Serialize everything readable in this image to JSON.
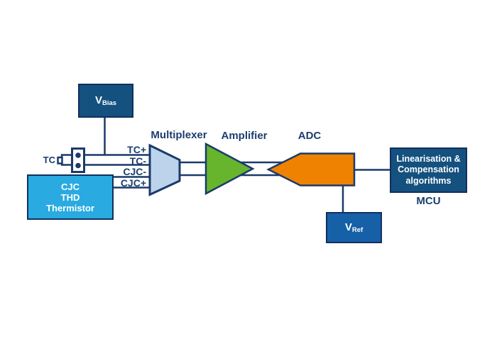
{
  "colors": {
    "line_navy": "#1b3a6b",
    "border_navy": "#122f5e",
    "text_navy": "#1b3e70",
    "box_dark_blue": "#14517f",
    "box_bright_blue": "#1660a8",
    "box_cyan": "#29aae1",
    "multiplexer_fill": "#bdd3ec",
    "amplifier_green": "#67b42d",
    "adc_orange": "#ef8200",
    "box_text_white": "#ffffff"
  },
  "labels": {
    "tc": "TC",
    "multiplexer": "Multiplexer",
    "amplifier": "Amplifier",
    "adc": "ADC",
    "mcu": "MCU"
  },
  "wires": {
    "tc_plus": "TC+",
    "tc_minus": "TC-",
    "cjc_minus": "CJC-",
    "cjc_plus": "CJC+"
  },
  "blocks": {
    "vbias": {
      "main": "V",
      "sub": "Bias"
    },
    "vref": {
      "main": "V",
      "sub": "Ref"
    },
    "cjc": {
      "line1": "CJC",
      "line2": "THD",
      "line3": "Thermistor"
    },
    "mcu_box": {
      "line1": "Linearisation &",
      "line2": "Compensation",
      "line3": "algorithms"
    }
  }
}
